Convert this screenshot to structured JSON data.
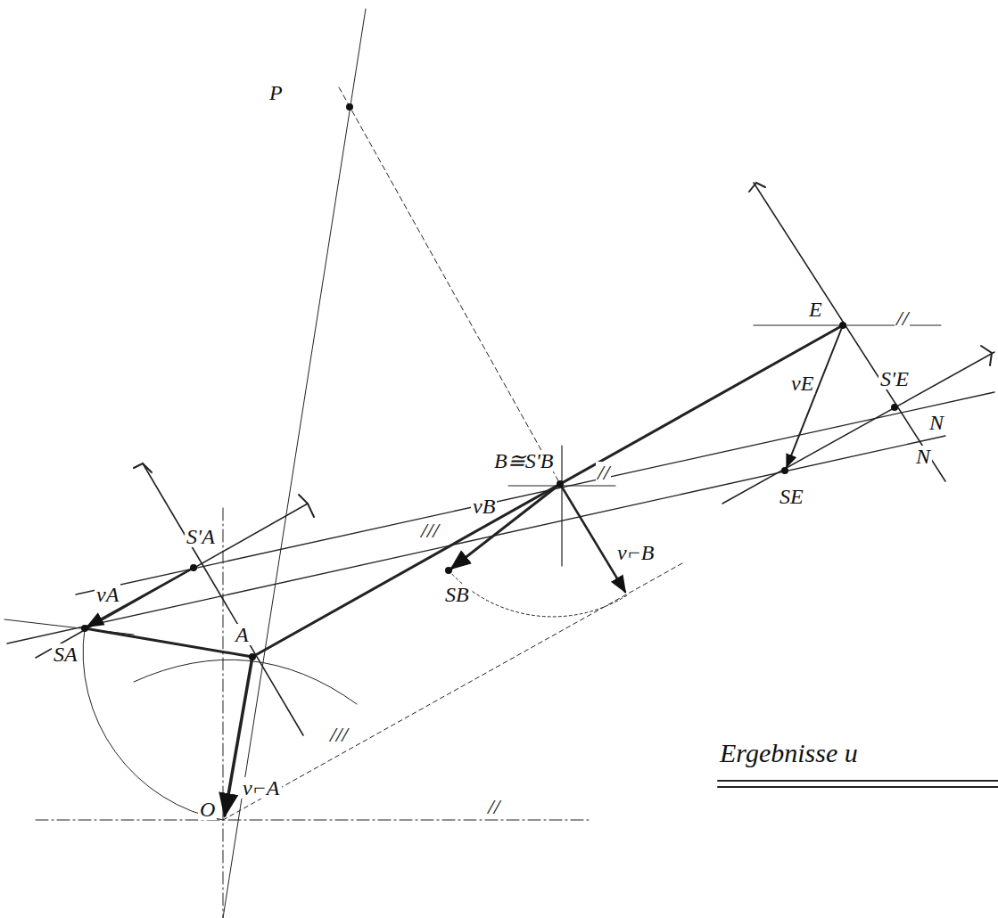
{
  "diagram": {
    "labels": [
      "P",
      "E",
      "//",
      "S'E",
      "N",
      "vE",
      "SE",
      "N",
      "B≅S'B",
      "vB",
      "//",
      "SB",
      "v⌐B",
      "///",
      "///",
      "S'A",
      "SA",
      "A",
      "vA",
      "v⌐A",
      "O",
      "//",
      "Ergebnisse u"
    ]
  }
}
